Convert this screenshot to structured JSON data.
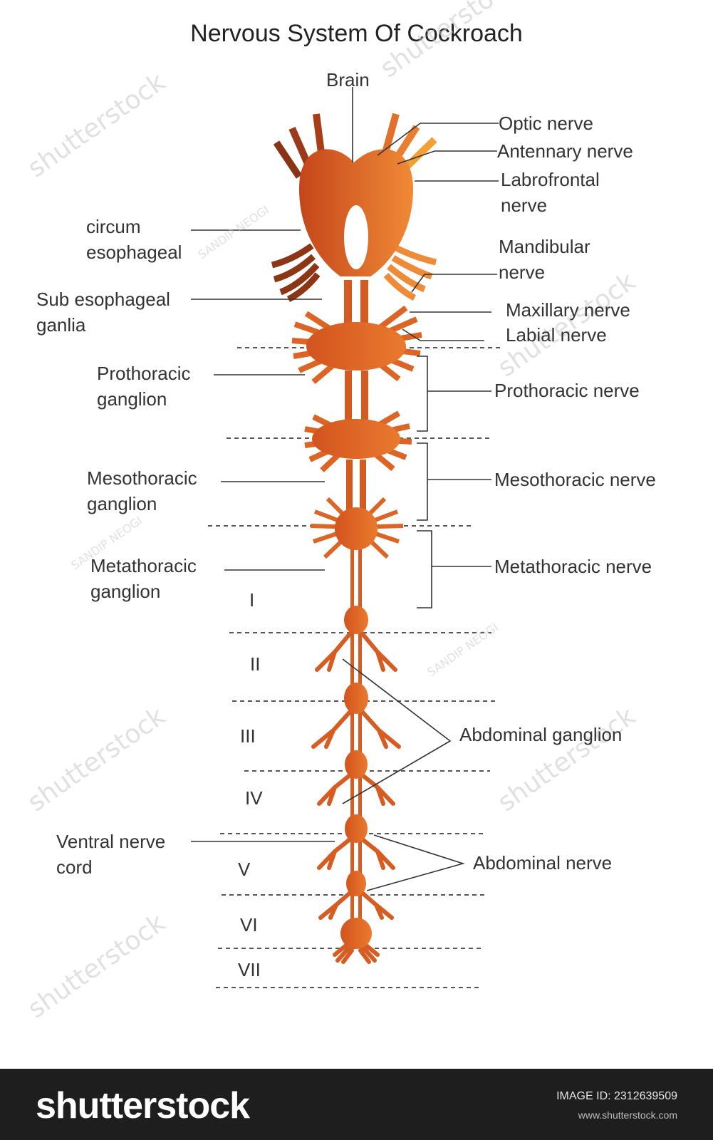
{
  "title": "Nervous System Of Cockroach",
  "labels": {
    "brain": "Brain",
    "optic_nerve": "Optic nerve",
    "antennary_nerve": "Antennary nerve",
    "labrofrontal_nerve": "Labrofrontal\nnerve",
    "circum_esophageal": "circum\nesophageal",
    "mandibular_nerve": "Mandibular\nnerve",
    "sub_esophageal": "Sub esophageal\nganlia",
    "maxillary_nerve": "Maxillary nerve",
    "labial_nerve": "Labial nerve",
    "prothoracic_ganglion": "Prothoracic\nganglion",
    "prothoracic_nerve": "Prothoracic nerve",
    "mesothoracic_ganglion": "Mesothoracic\nganglion",
    "mesothoracic_nerve": "Mesothoracic nerve",
    "metathoracic_ganglion": "Metathoracic\nganglion",
    "metathoracic_nerve": "Metathoracic nerve",
    "abdominal_ganglion": "Abdominal ganglion",
    "ventral_nerve_cord": "Ventral nerve\ncord",
    "abdominal_nerve": "Abdominal nerve"
  },
  "segments": [
    "I",
    "II",
    "III",
    "IV",
    "V",
    "VI",
    "VII"
  ],
  "watermarks": {
    "author": "SANDIP NEOGI",
    "stock": "shutterstock"
  },
  "footer": {
    "brand": "shutterstock",
    "image_id": "IMAGE ID: 2312639509",
    "site": "www.shutterstock.com"
  },
  "colors": {
    "nerve_dark": "#c4461a",
    "nerve_light": "#f08a36",
    "leader_line": "#333333",
    "footer_bg": "#1e1e1e"
  }
}
